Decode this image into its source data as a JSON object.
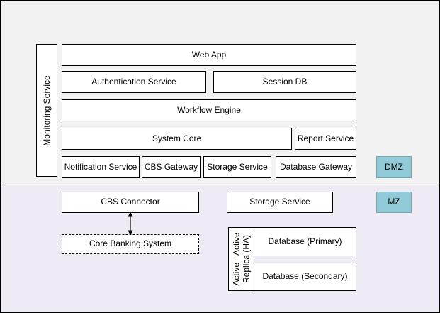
{
  "monitoring": {
    "label": "Monitoring Service"
  },
  "dmz": {
    "tag": "DMZ",
    "web_app": "Web App",
    "auth_service": "Authentication Service",
    "session_db": "Session DB",
    "workflow_engine": "Workflow Engine",
    "system_core": "System Core",
    "report_service": "Report Service",
    "notification_service": "Notification Service",
    "cbs_gateway": "CBS Gateway",
    "storage_service": "Storage Service",
    "database_gateway": "Database Gateway"
  },
  "mz": {
    "tag": "MZ",
    "cbs_connector": "CBS Connector",
    "core_banking_system": "Core Banking System",
    "storage_service": "Storage Service",
    "replica_line1": "Active - Active",
    "replica_line2": "Replica  (HA)",
    "db_primary": "Database (Primary)",
    "db_secondary": "Database (Secondary)"
  },
  "colors": {
    "dmz_bg": "#f2f2f2",
    "mz_bg": "#eeebf5",
    "tag_bg": "#91cbd8"
  }
}
